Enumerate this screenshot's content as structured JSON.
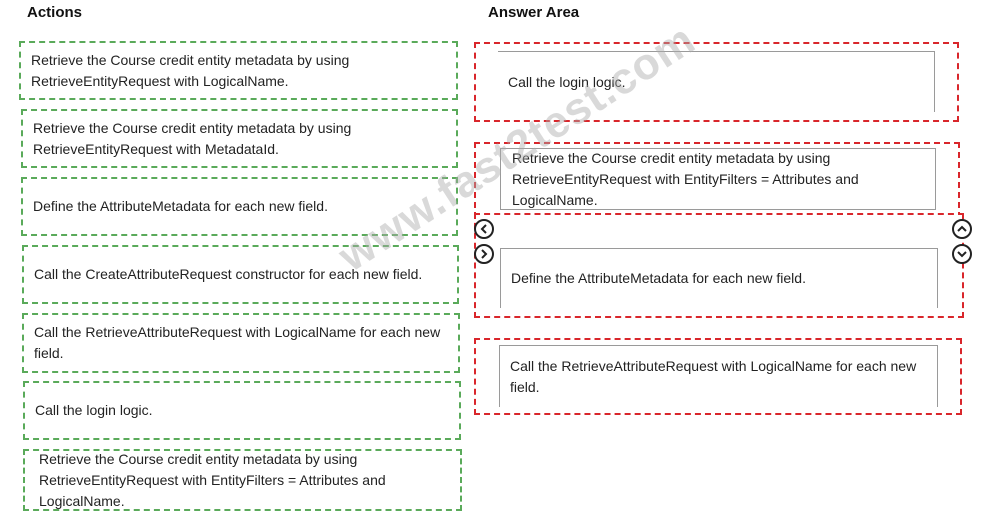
{
  "actions_panel": {
    "title": "Actions",
    "items": [
      {
        "label": "Retrieve the Course credit entity metadata by using RetrieveEntityRequest with LogicalName."
      },
      {
        "label": "Retrieve the Course credit entity metadata by using RetrieveEntityRequest with MetadataId."
      },
      {
        "label": "Define the AttributeMetadata for each new field."
      },
      {
        "label": "Call the CreateAttributeRequest constructor for each new field."
      },
      {
        "label": "Call the RetrieveAttributeRequest with LogicalName for each new field."
      },
      {
        "label": "Call the login logic."
      },
      {
        "label": "Retrieve the Course credit entity metadata by using RetrieveEntityRequest with EntityFilters = Attributes and LogicalName."
      }
    ]
  },
  "answer_panel": {
    "title": "Answer Area",
    "slots": [
      {
        "label": "Call the login logic."
      },
      {
        "label": "Retrieve the Course credit entity metadata by using RetrieveEntityRequest with EntityFilters = Attributes and LogicalName."
      },
      {
        "label": "Define the AttributeMetadata for each new field."
      },
      {
        "label": "Call the RetrieveAttributeRequest with LogicalName for each new field."
      }
    ]
  },
  "controls": {
    "move_left": "chevron-left-icon",
    "move_right": "chevron-right-icon",
    "move_up": "chevron-up-icon",
    "move_down": "chevron-down-icon"
  },
  "watermark": "www.fast2test.com",
  "colors": {
    "action_border": "#5aaa5a",
    "slot_border": "#d9262b"
  }
}
